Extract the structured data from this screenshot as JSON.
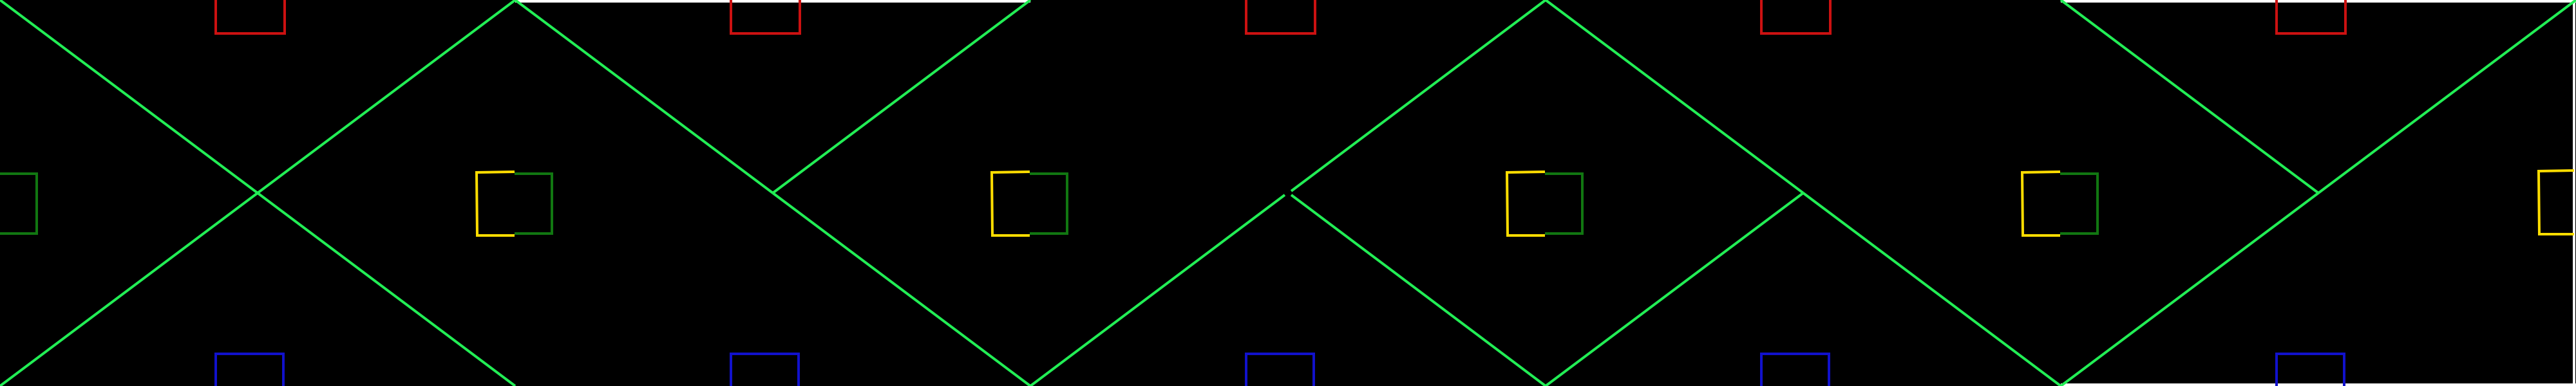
{
  "scene": {
    "background_color": "#000000",
    "frame_color": "#ffffff",
    "colors": {
      "zigzag": "#22ee55",
      "top_bracket": "#cc1111",
      "bottom_bracket": "#1111cc",
      "left_bracket": "#ffdd00",
      "right_bracket": "#117711"
    },
    "tile_count": 5,
    "markers_per_tile": [
      "top-bracket",
      "bottom-bracket",
      "left-bracket",
      "right-bracket"
    ]
  }
}
